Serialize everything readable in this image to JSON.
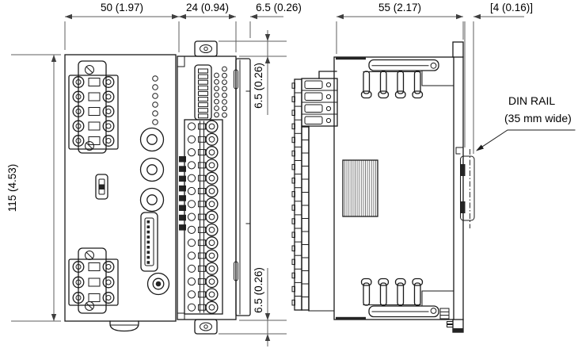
{
  "dimensions": {
    "front_width": "50 (1.97)",
    "connector_width": "24 (0.94)",
    "flange_width": "6.5 (0.26)",
    "height": "115 (4.53)",
    "top_tab_offset": "6.5 (0.26)",
    "bottom_tab_offset": "6.5 (0.26)",
    "side_depth": "55 (2.17)",
    "rail_offset": "[4 (0.16)]"
  },
  "annotations": {
    "din_rail_label": "DIN RAIL",
    "din_rail_sublabel": "(35 mm wide)"
  },
  "colors": {
    "line": "#1a1a1a",
    "dimension_line": "#5f5f5f",
    "background": "#ffffff"
  }
}
